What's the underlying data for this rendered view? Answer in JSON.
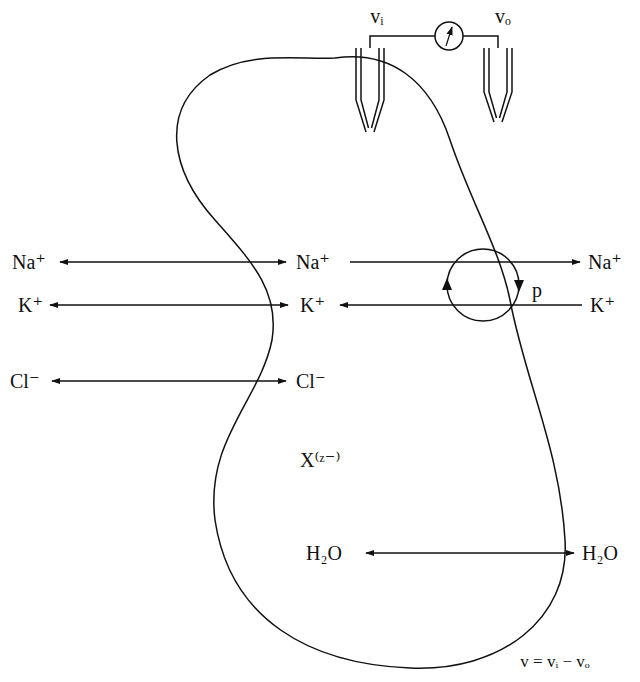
{
  "diagram": {
    "labels": [
      "vᵢ",
      "vₒ",
      "Na⁺",
      "Na⁺",
      "Na⁺",
      "p",
      "K⁺",
      "K⁺",
      "K⁺",
      "Cl⁻",
      "Cl⁻",
      "X⁽ᶻ⁻⁾",
      "H₂O",
      "H₂O",
      "v = vᵢ − vₒ"
    ]
  }
}
